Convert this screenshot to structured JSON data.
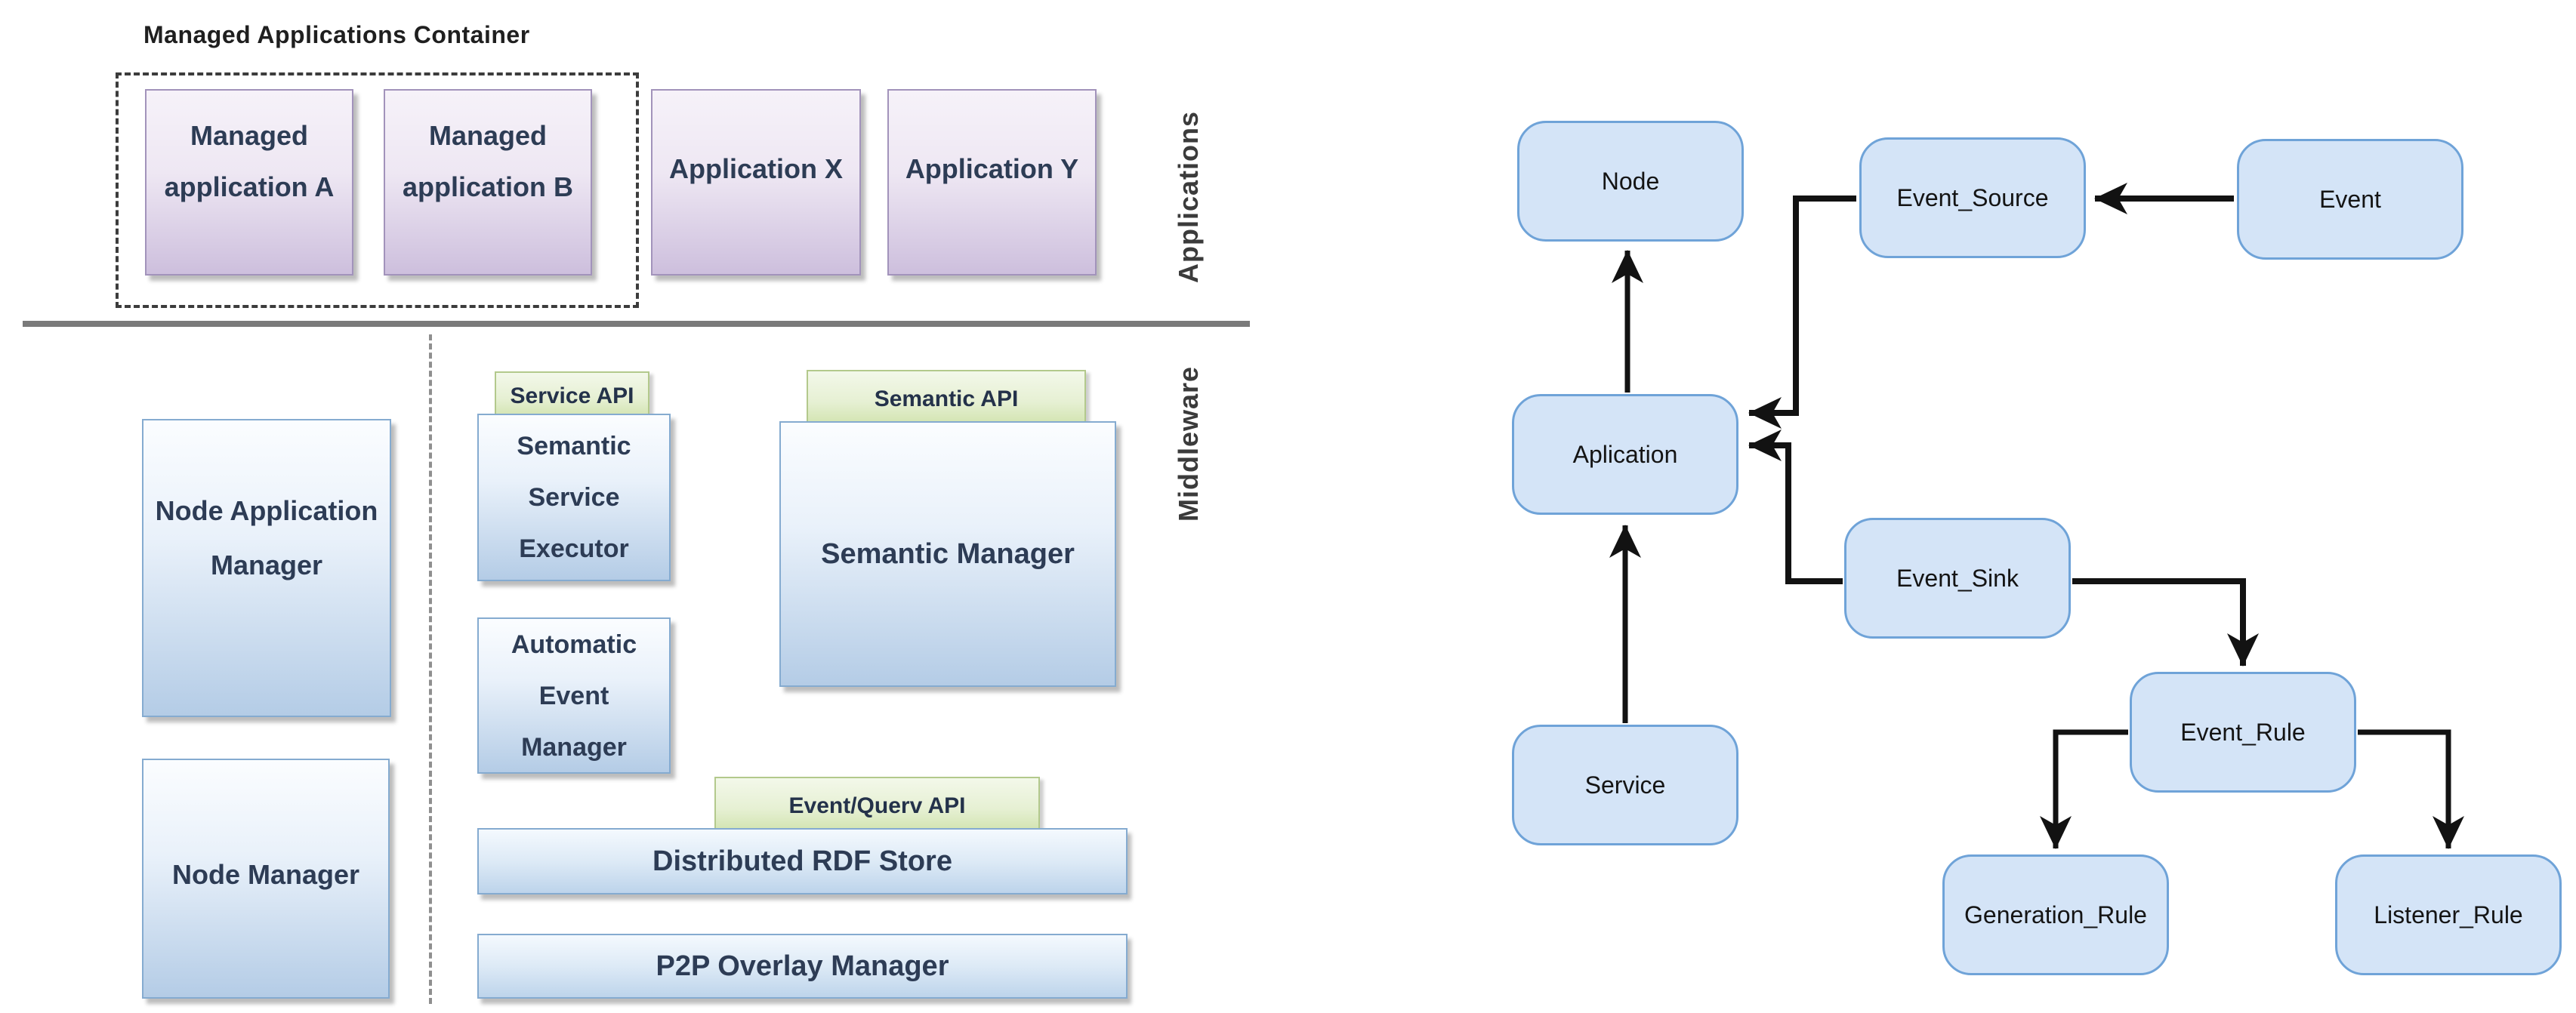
{
  "left_diagram": {
    "title": "Managed Applications Container",
    "layer_labels": {
      "applications": "Applications",
      "middleware": "Middleware"
    },
    "boxes": {
      "managed_app_a": "Managed application A",
      "managed_app_b": "Managed application B",
      "application_x": "Application X",
      "application_y": "Application Y",
      "node_application_manager": "Node Application Manager",
      "node_manager": "Node Manager",
      "semantic_service_executor": "Semantic Service Executor",
      "automatic_event_manager": "Automatic Event Manager",
      "semantic_manager": "Semantic Manager",
      "distributed_rdf_store": "Distributed RDF Store",
      "p2p_overlay_manager": "P2P Overlay Manager"
    },
    "api_tabs": {
      "service_api": "Service API",
      "semantic_api": "Semantic API",
      "event_query_api": "Event/Querv API"
    },
    "colors": {
      "application_box_fill_bottom": "#cdbfdd",
      "application_box_border": "#a293bb",
      "middleware_box_fill_bottom": "#b4cce6",
      "middleware_box_border": "#85abd0",
      "api_tab_fill_bottom": "#cfe2ab",
      "api_tab_border": "#b3c98c",
      "divider": "#7a7a7a",
      "text": "#2d3c55"
    }
  },
  "right_diagram": {
    "nodes": {
      "node": "Node",
      "event_source": "Event_Source",
      "event": "Event",
      "aplication": "Aplication",
      "event_sink": "Event_Sink",
      "event_rule": "Event_Rule",
      "service": "Service",
      "generation_rule": "Generation_Rule",
      "listener_rule": "Listener_Rule"
    },
    "colors": {
      "node_fill": "#d4e4f7",
      "node_border": "#6fa3d8",
      "arrow": "#121212"
    }
  }
}
